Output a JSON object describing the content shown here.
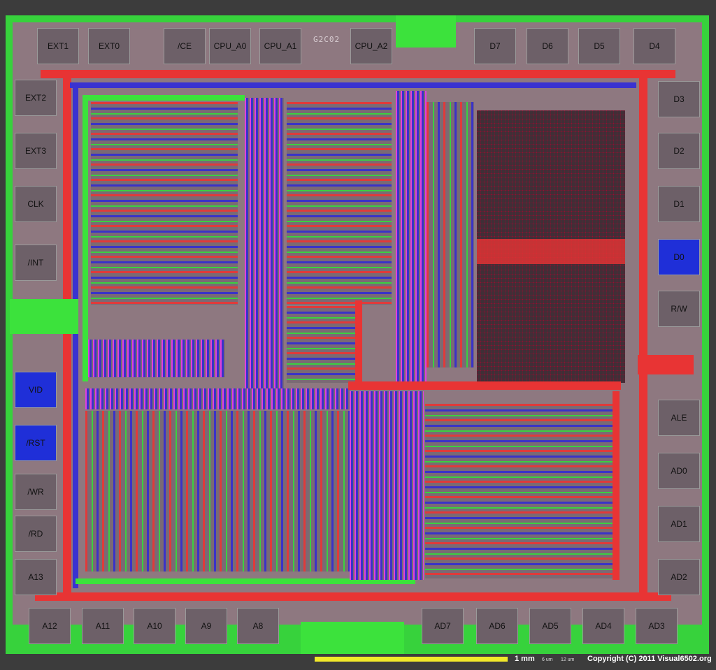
{
  "die_marking": "G2C02",
  "pads": {
    "top": [
      "EXT1",
      "EXT0",
      "/CE",
      "CPU_A0",
      "CPU_A1",
      "CPU_A2",
      "D7",
      "D6",
      "D5",
      "D4"
    ],
    "left": [
      "EXT2",
      "EXT3",
      "CLK",
      "/INT",
      "VID",
      "/RST",
      "/WR",
      "/RD",
      "A13"
    ],
    "right": [
      "D3",
      "D2",
      "D1",
      "D0",
      "R/W",
      "ALE",
      "AD0",
      "AD1",
      "AD2"
    ],
    "bottom": [
      "A12",
      "A11",
      "A10",
      "A9",
      "A8",
      "AD7",
      "AD6",
      "AD5",
      "AD4",
      "AD3"
    ]
  },
  "footer": {
    "scale_label": "1 mm",
    "legend_small_1": "6 um",
    "legend_small_2": "12 um",
    "copyright": "Copyright (C) 2011  Visual6502.org"
  },
  "colors": {
    "power_red": "#e83434",
    "metal_blue": "#3a32d0",
    "diffusion_green": "#37d23c",
    "poly_magenta": "#e040e0"
  }
}
